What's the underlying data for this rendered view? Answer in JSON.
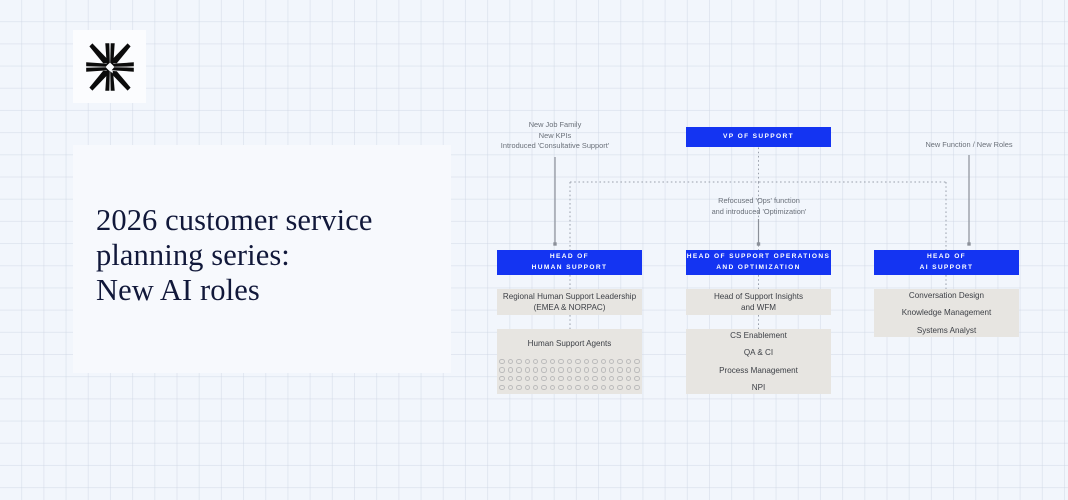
{
  "page": {
    "background_color": "#f2f6fc",
    "grid_color": "#cdd5e3",
    "accent_blue": "#1434f2",
    "box_gray": "#e7e5e1",
    "card_white": "#f7f9fd",
    "title_color": "#11183a"
  },
  "hero": {
    "logo_name": "eight-point-asterisk-logo",
    "title": "2026 customer service\nplanning series:\nNew AI roles"
  },
  "annotations": [
    {
      "id": "annot-human-support",
      "text": "New Job Family\nNew KPIs\nIntroduced 'Consultative Support'"
    },
    {
      "id": "annot-ops-optimization",
      "text": "Refocused 'Ops' function\nand introduced 'Optimization'"
    },
    {
      "id": "annot-ai-support",
      "text": "New Function / New Roles"
    }
  ],
  "org_chart": {
    "root": {
      "label": "VP OF SUPPORT"
    },
    "columns": [
      {
        "id": "human-support",
        "head": {
          "label": "HEAD OF\nHUMAN SUPPORT"
        },
        "boxes": [
          {
            "id": "regional-human-support-leadership",
            "rows": [
              "Regional Human Support Leadership\n(EMEA & NORPAC)"
            ]
          },
          {
            "id": "human-support-agents",
            "rows": [
              "Human Support Agents"
            ],
            "dot_matrix": {
              "columns": 17,
              "rows": 4,
              "total": 68
            }
          }
        ]
      },
      {
        "id": "support-operations-and-optimization",
        "head": {
          "label": "HEAD OF SUPPORT OPERATIONS\nAND OPTIMIZATION"
        },
        "boxes": [
          {
            "id": "head-of-support-insights-and-wfm",
            "rows": [
              "Head of Support Insights\nand WFM"
            ]
          },
          {
            "id": "ops-functions",
            "rows": [
              "CS Enablement",
              "QA & CI",
              "Process Management",
              "NPI"
            ]
          }
        ]
      },
      {
        "id": "ai-support",
        "head": {
          "label": "HEAD OF\nAI SUPPORT"
        },
        "boxes": [
          {
            "id": "ai-roles",
            "rows": [
              "Conversation Design",
              "Knowledge Management",
              "Systems Analyst"
            ]
          }
        ]
      }
    ]
  }
}
